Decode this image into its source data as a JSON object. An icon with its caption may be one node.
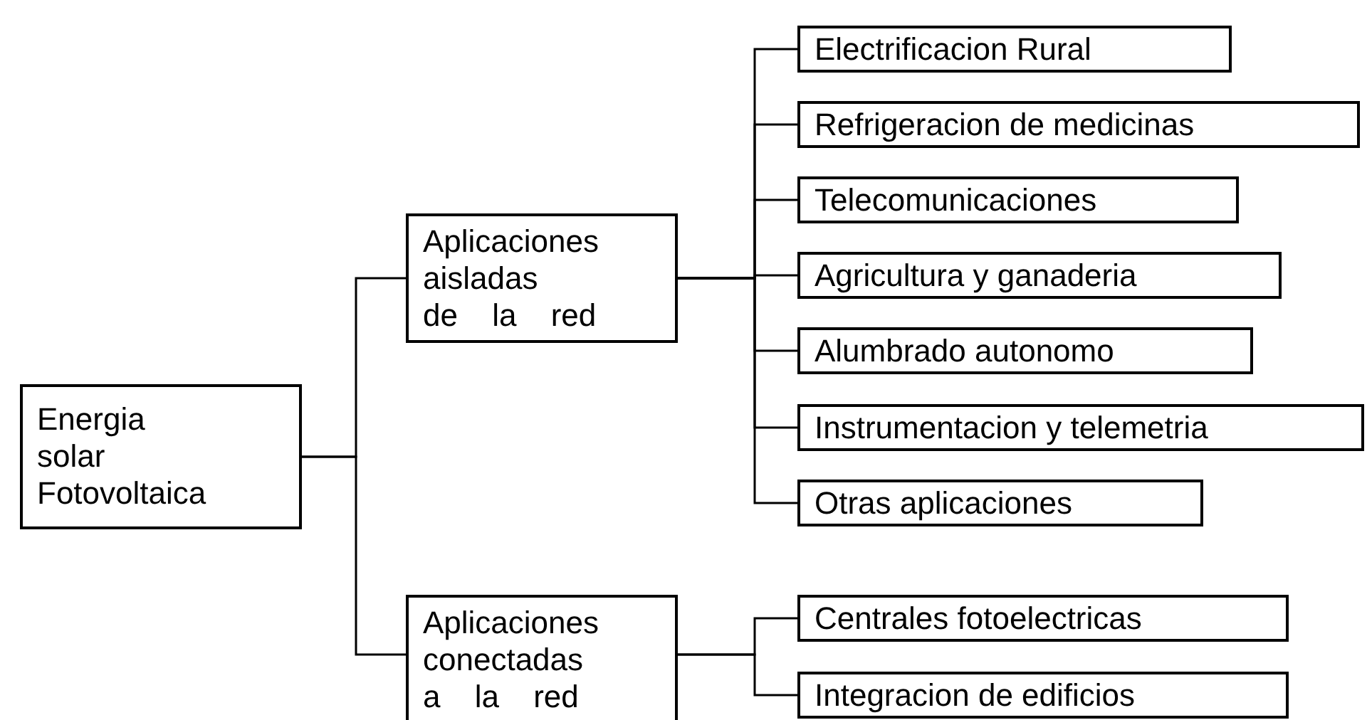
{
  "diagram": {
    "nodes": [
      {
        "text": [
          "Energia solar Fotovoltaica"
        ]
      },
      {
        "text": [
          "Aplicaciones aisladas de la red"
        ]
      },
      {
        "text": [
          "Electrificacion Rural"
        ]
      },
      {
        "text": [
          "Refrigeracion de medicinas"
        ]
      },
      {
        "text": [
          "Telecomunicaciones"
        ]
      },
      {
        "text": [
          "Agricultura y ganaderia"
        ]
      },
      {
        "text": [
          "Alumbrado autonomo"
        ]
      },
      {
        "text": [
          "Instrumentacion y telemetria"
        ]
      },
      {
        "text": [
          "Otras aplicaciones"
        ]
      },
      {
        "text": [
          "Aplicaciones conectadas a la red"
        ]
      },
      {
        "text": [
          "Centrales fotoelectricas"
        ]
      },
      {
        "text": [
          "Integracion de edificios"
        ]
      }
    ],
    "edges": [
      {
        "from": 0,
        "to": 1,
        "arrow": "none"
      },
      {
        "from": 0,
        "to": 9,
        "arrow": "none"
      },
      {
        "from": 1,
        "to": 2,
        "arrow": "none"
      },
      {
        "from": 1,
        "to": 3,
        "arrow": "none"
      },
      {
        "from": 1,
        "to": 4,
        "arrow": "none"
      },
      {
        "from": 1,
        "to": 5,
        "arrow": "none"
      },
      {
        "from": 1,
        "to": 6,
        "arrow": "none"
      },
      {
        "from": 1,
        "to": 7,
        "arrow": "none"
      },
      {
        "from": 1,
        "to": 8,
        "arrow": "none"
      },
      {
        "from": 9,
        "to": 10,
        "arrow": "none"
      },
      {
        "from": 9,
        "to": 11,
        "arrow": "none"
      }
    ]
  }
}
